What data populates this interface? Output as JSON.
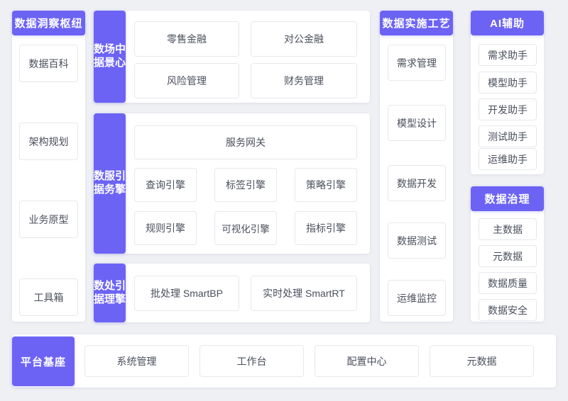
{
  "theme": {
    "accent": "#6C63F5",
    "page_background": "#EEF0F4",
    "panel_background": "#FFFFFF",
    "card_border": "#E6E8EC",
    "card_text": "#4A4F5C"
  },
  "columns": {
    "insight_hub": {
      "header": "数据洞察枢纽",
      "items": [
        "数据百科",
        "架构规划",
        "业务原型",
        "工具箱"
      ]
    },
    "scenario_center": {
      "header": "数据场景中心",
      "items": [
        "零售金融",
        "对公金融",
        "风险管理",
        "财务管理"
      ]
    },
    "service_engine": {
      "header": "数据服务引擎",
      "gateway": "服务网关",
      "items": [
        "查询引擎",
        "标签引擎",
        "策略引擎",
        "规则引擎",
        "可视化引擎",
        "指标引擎"
      ]
    },
    "process_engine": {
      "header": "数据处理引擎",
      "items": [
        "批处理 SmartBP",
        "实时处理  SmartRT"
      ]
    },
    "implementation_craft": {
      "header": "数据实施工艺",
      "items": [
        "需求管理",
        "模型设计",
        "数据开发",
        "数据测试",
        "运维监控"
      ]
    },
    "ai_assist": {
      "header": "AI辅助",
      "items": [
        "需求助手",
        "模型助手",
        "开发助手",
        "测试助手",
        "运维助手"
      ]
    },
    "data_governance": {
      "header": "数据治理",
      "items": [
        "主数据",
        "元数据",
        "数据质量",
        "数据安全"
      ]
    },
    "platform_base": {
      "header": "平台基座",
      "items": [
        "系统管理",
        "工作台",
        "配置中心",
        "元数据"
      ]
    }
  }
}
